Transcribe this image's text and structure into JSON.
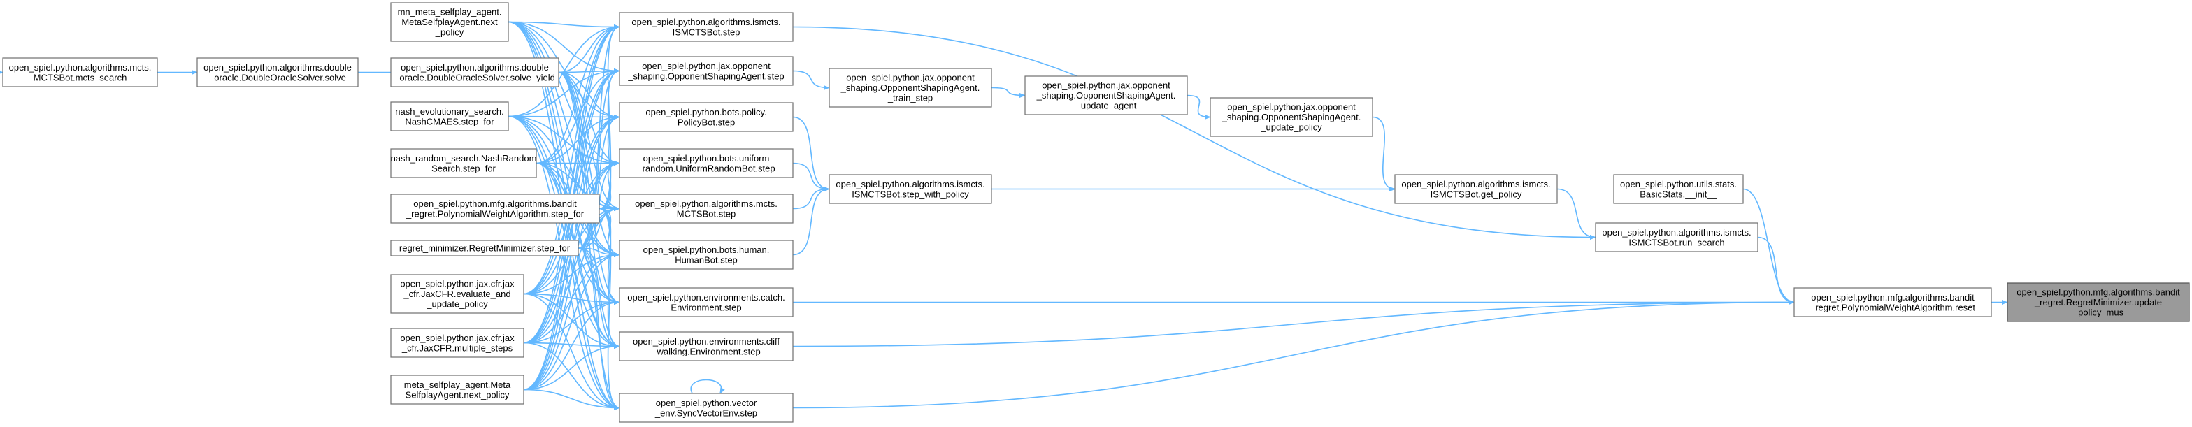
{
  "graph": {
    "edge_color": "#63b8ff",
    "node_fill": "#ffffff",
    "focus_fill": "#9a9a9a",
    "nodes": {
      "mcts_search": [
        "open_spiel.python.algorithms.mcts.",
        "MCTSBot.mcts_search"
      ],
      "do_solve": [
        "open_spiel.python.algorithms.double",
        "_oracle.DoubleOracleSolver.solve"
      ],
      "meta_next": [
        "mn_meta_selfplay_agent.",
        "MetaSelfplayAgent.next",
        "_policy"
      ],
      "do_solve_yield": [
        "open_spiel.python.algorithms.double",
        "_oracle.DoubleOracleSolver.solve_yield"
      ],
      "nash_evo": [
        "nash_evolutionary_search.",
        "NashCMAES.step_for"
      ],
      "nash_random": [
        "nash_random_search.NashRandom",
        "Search.step_for"
      ],
      "bandit_step_for": [
        "open_spiel.python.mfg.algorithms.bandit",
        "_regret.PolynomialWeightAlgorithm.step_for"
      ],
      "regret_min": [
        "regret_minimizer.RegretMinimizer.step_for"
      ],
      "jaxcfr_eval": [
        "open_spiel.python.jax.cfr.jax",
        "_cfr.JaxCFR.evaluate_and",
        "_update_policy"
      ],
      "jaxcfr_multi": [
        "open_spiel.python.jax.cfr.jax",
        "_cfr.JaxCFR.multiple_steps"
      ],
      "meta_agent_next": [
        "meta_selfplay_agent.Meta",
        "SelfplayAgent.next_policy"
      ],
      "ismcts_step": [
        "open_spiel.python.algorithms.ismcts.",
        "ISMCTSBot.step"
      ],
      "opp_step": [
        "open_spiel.python.jax.opponent",
        "_shaping.OpponentShapingAgent.step"
      ],
      "policybot": [
        "open_spiel.python.bots.policy.",
        "PolicyBot.step"
      ],
      "uniform": [
        "open_spiel.python.bots.uniform",
        "_random.UniformRandomBot.step"
      ],
      "mcts_step": [
        "open_spiel.python.algorithms.mcts.",
        "MCTSBot.step"
      ],
      "human": [
        "open_spiel.python.bots.human.",
        "HumanBot.step"
      ],
      "catch": [
        "open_spiel.python.environments.catch.",
        "Environment.step"
      ],
      "cliff": [
        "open_spiel.python.environments.cliff",
        "_walking.Environment.step"
      ],
      "vector": [
        "open_spiel.python.vector",
        "_env.SyncVectorEnv.step"
      ],
      "train_step": [
        "open_spiel.python.jax.opponent",
        "_shaping.OpponentShapingAgent.",
        "_train_step"
      ],
      "step_with_policy": [
        "open_spiel.python.algorithms.ismcts.",
        "ISMCTSBot.step_with_policy"
      ],
      "update_agent": [
        "open_spiel.python.jax.opponent",
        "_shaping.OpponentShapingAgent.",
        "_update_agent"
      ],
      "update_policy": [
        "open_spiel.python.jax.opponent",
        "_shaping.OpponentShapingAgent.",
        "_update_policy"
      ],
      "get_policy": [
        "open_spiel.python.algorithms.ismcts.",
        "ISMCTSBot.get_policy"
      ],
      "basic_stats": [
        "open_spiel.python.utils.stats.",
        "BasicStats.__init__"
      ],
      "run_search": [
        "open_spiel.python.algorithms.ismcts.",
        "ISMCTSBot.run_search"
      ],
      "reset": [
        "open_spiel.python.mfg.algorithms.bandit",
        "_regret.PolynomialWeightAlgorithm.reset"
      ],
      "update_mus": [
        "open_spiel.python.mfg.algorithms.bandit",
        "_regret.RegretMinimizer.update",
        "_policy_mus"
      ]
    }
  }
}
